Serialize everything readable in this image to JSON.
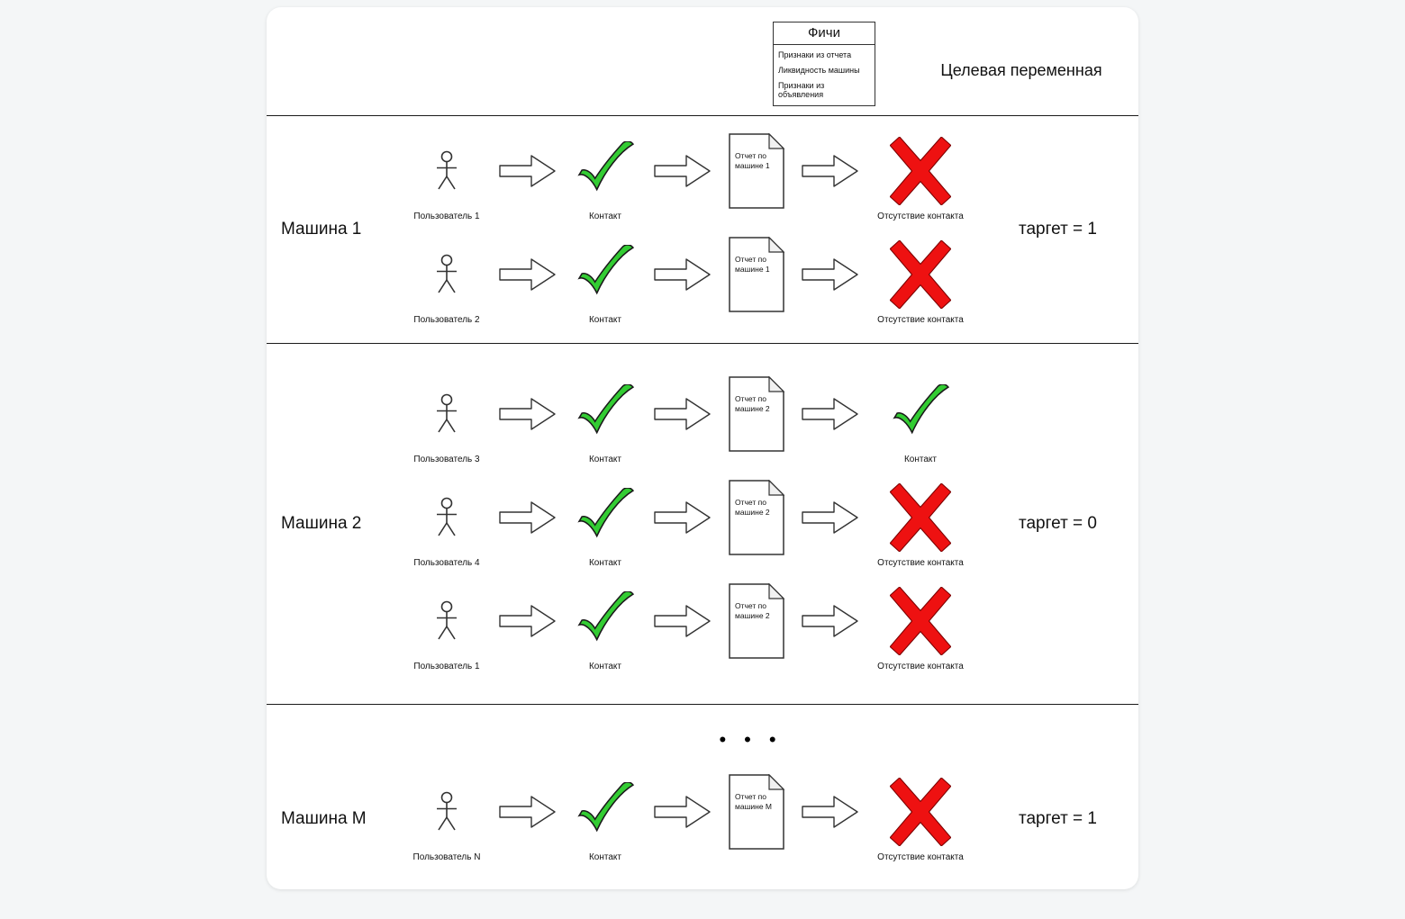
{
  "header": {
    "target_variable": "Целевая переменная"
  },
  "features_box": {
    "title": "Фичи",
    "items": [
      "Признаки из отчета",
      "Ликвидность машины",
      "Признаки из объявления"
    ]
  },
  "sections": [
    {
      "name": "Машина 1",
      "target": "таргет = 1",
      "rows": [
        {
          "user": "Пользователь 1",
          "contact": "Контакт",
          "report": "Отчет по машине 1",
          "outcome": "Отсутствие контакта",
          "outcome_type": "x"
        },
        {
          "user": "Пользователь 2",
          "contact": "Контакт",
          "report": "Отчет по машине 1",
          "outcome": "Отсутствие контакта",
          "outcome_type": "x"
        }
      ]
    },
    {
      "name": "Машина 2",
      "target": "таргет = 0",
      "rows": [
        {
          "user": "Пользователь 3",
          "contact": "Контакт",
          "report": "Отчет по машине 2",
          "outcome": "Контакт",
          "outcome_type": "check"
        },
        {
          "user": "Пользователь 4",
          "contact": "Контакт",
          "report": "Отчет по машине 2",
          "outcome": "Отсутствие контакта",
          "outcome_type": "x"
        },
        {
          "user": "Пользователь 1",
          "contact": "Контакт",
          "report": "Отчет по машине 2",
          "outcome": "Отсутствие контакта",
          "outcome_type": "x"
        }
      ]
    },
    {
      "name": "Машина M",
      "target": "таргет = 1",
      "ellipsis": "•••",
      "rows": [
        {
          "user": "Пользователь N",
          "contact": "Контакт",
          "report": "Отчет по машине M",
          "outcome": "Отсутствие контакта",
          "outcome_type": "x"
        }
      ]
    }
  ],
  "colors": {
    "check": "#33cc33",
    "x": "#ee1111"
  }
}
